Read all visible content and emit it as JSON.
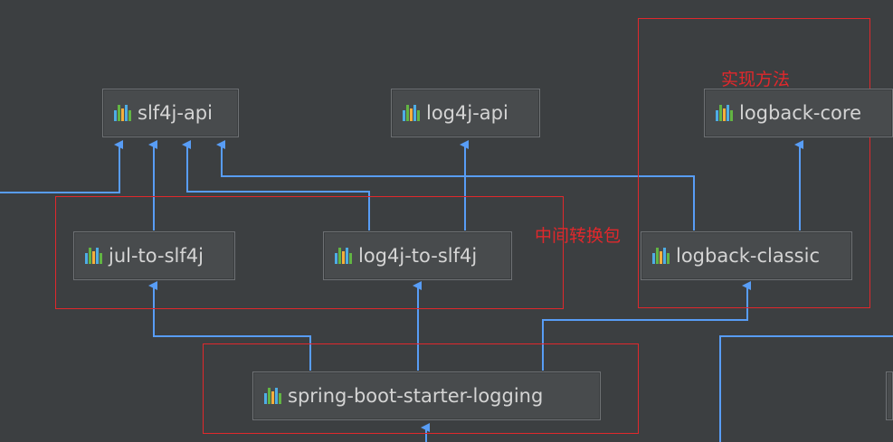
{
  "diagram": {
    "nodes": [
      {
        "id": "slf4j-api",
        "label": "slf4j-api"
      },
      {
        "id": "log4j-api",
        "label": "log4j-api"
      },
      {
        "id": "logback-core",
        "label": "logback-core"
      },
      {
        "id": "jul-to-slf4j",
        "label": "jul-to-slf4j"
      },
      {
        "id": "log4j-to-slf4j",
        "label": "log4j-to-slf4j"
      },
      {
        "id": "logback-classic",
        "label": "logback-classic"
      },
      {
        "id": "spring-boot-starter-logging",
        "label": "spring-boot-starter-logging"
      }
    ],
    "edges": [
      {
        "from": "jul-to-slf4j",
        "to": "slf4j-api"
      },
      {
        "from": "log4j-to-slf4j",
        "to": "slf4j-api"
      },
      {
        "from": "log4j-to-slf4j",
        "to": "log4j-api"
      },
      {
        "from": "logback-classic",
        "to": "slf4j-api"
      },
      {
        "from": "logback-classic",
        "to": "logback-core"
      },
      {
        "from": "spring-boot-starter-logging",
        "to": "jul-to-slf4j"
      },
      {
        "from": "spring-boot-starter-logging",
        "to": "log4j-to-slf4j"
      },
      {
        "from": "spring-boot-starter-logging",
        "to": "logback-classic"
      }
    ],
    "annotations": {
      "implementation": "实现方法",
      "bridge": "中间转换包"
    }
  },
  "colors": {
    "background": "#3c3f41",
    "edge": "#589df6",
    "highlight": "#e0282c",
    "icon_bars": [
      "#4eade5",
      "#62b543",
      "#f4af3d",
      "#4eade5",
      "#62b543"
    ]
  },
  "icon": "dependency-module-icon"
}
